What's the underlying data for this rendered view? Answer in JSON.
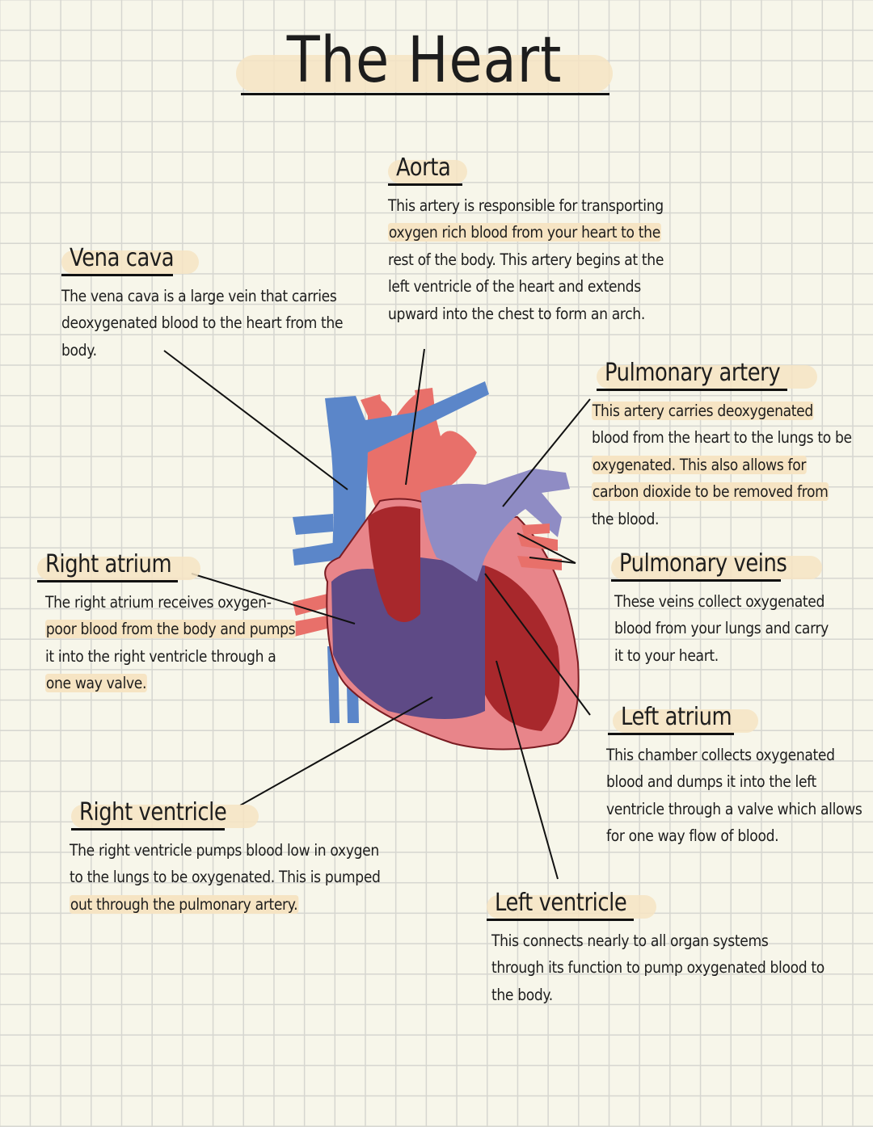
{
  "page": {
    "title": "The Heart",
    "highlight_color": "#f6e4c3",
    "grid_color": "#d6d6d0",
    "paper_color": "#f7f6ea"
  },
  "sections": {
    "aorta": {
      "heading": "Aorta",
      "lines": [
        "This artery is responsible for transporting",
        "oxygen rich blood from your heart to the",
        "rest of the body. This artery begins at the",
        "left ventricle of the heart and extends",
        "upward into the chest to form an arch."
      ]
    },
    "vena_cava": {
      "heading": "Vena cava",
      "lines": [
        "The vena cava is a large vein that carries",
        "deoxygenated blood to the heart from the",
        "body."
      ]
    },
    "pulmonary_artery": {
      "heading": "Pulmonary artery",
      "lines": [
        "This artery carries deoxygenated",
        "blood from the heart to the lungs to be",
        "oxygenated. This also allows for",
        "carbon dioxide to be removed from",
        "the blood."
      ]
    },
    "right_atrium": {
      "heading": "Right atrium",
      "lines": [
        "The right atrium receives oxygen-",
        "poor blood from the body and pumps",
        "it into the right ventricle through a",
        "one way valve."
      ]
    },
    "pulmonary_veins": {
      "heading": "Pulmonary veins",
      "lines": [
        "These veins collect oxygenated",
        "blood from your lungs and carry",
        "it to your heart."
      ]
    },
    "left_atrium": {
      "heading": "Left atrium",
      "lines": [
        "This chamber collects oxygenated",
        "blood and dumps it into the left",
        "ventricle through a valve which allows",
        "for one way flow of blood."
      ]
    },
    "right_ventricle": {
      "heading": "Right ventricle",
      "lines": [
        "The right ventricle pumps blood low in oxygen",
        "to the lungs to be oxygenated. This is pumped",
        "out through the pulmonary artery."
      ]
    },
    "left_ventricle": {
      "heading": "Left ventricle",
      "lines": [
        "This connects nearly to all organ systems",
        "through its function to pump oxygenated blood to",
        "the body."
      ]
    }
  },
  "diagram": {
    "subject": "heart cross-section illustration",
    "colors": {
      "vein_blue": "#5b86c9",
      "artery_red": "#e8706a",
      "muscle_red": "#c9444a",
      "chamber_dark_red": "#a8282c",
      "deoxy_purple": "#5e4a86",
      "pulmonary_lavender": "#8f8cc4"
    }
  }
}
